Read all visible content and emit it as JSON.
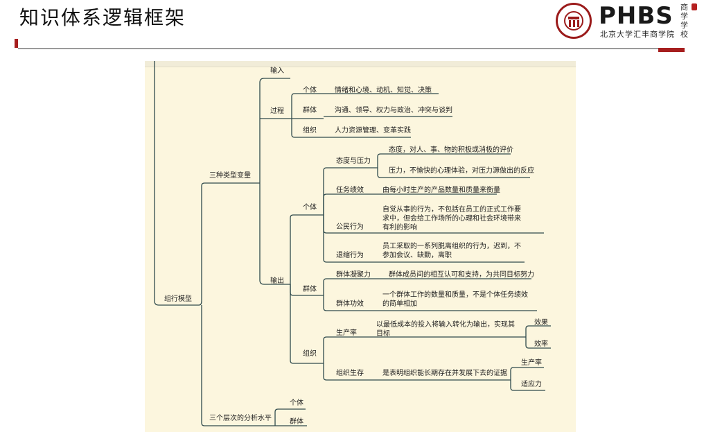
{
  "slide": {
    "title": "知识体系逻辑框架"
  },
  "logo": {
    "brand": "PHBS",
    "school": "北京大学汇丰商学院",
    "vertical": "商学学校"
  },
  "diagram": {
    "root": "组行模型",
    "branch1": {
      "label": "三种类型变量",
      "input": {
        "label": "输入"
      },
      "process": {
        "label": "过程",
        "individual": {
          "label": "个体",
          "desc": "情绪和心境、动机、知觉、决策"
        },
        "group": {
          "label": "群体",
          "desc": "沟通、领导、权力与政治、冲突与谈判"
        },
        "org": {
          "label": "组织",
          "desc": "人力资源管理、变革实践"
        }
      },
      "output": {
        "label": "输出",
        "individual": {
          "label": "个体",
          "attitude": {
            "label": "态度与压力",
            "desc1": "态度，对人、事、物的积极或消极的评价",
            "desc2": "压力，不愉快的心理体验，对压力源做出的反应"
          },
          "task": {
            "label": "任务绩效",
            "desc": "由每小时生产的产品数量和质量来衡量"
          },
          "citizen": {
            "label": "公民行为",
            "desc": "自觉从事的行为，不包括在员工的正式工作要求中，但会给工作场所的心理和社会环境带来有利的影响"
          },
          "withdraw": {
            "label": "退缩行为",
            "desc": "员工采取的一系列脱离组织的行为，迟到，不参加会议、缺勤，离职"
          }
        },
        "group": {
          "label": "群体",
          "cohesion": {
            "label": "群体凝聚力",
            "desc": "群体成员间的相互认可和支持，为共同目标努力"
          },
          "function": {
            "label": "群体功效",
            "desc": "一个群体工作的数量和质量，不是个体任务绩效的简单相加"
          }
        },
        "org": {
          "label": "组织",
          "productivity": {
            "label": "生产率",
            "desc": "以最低成本的投入将输入转化为输出，实现其目标",
            "effectiveness": "效果",
            "efficiency": "效率"
          },
          "survival": {
            "label": "组织生存",
            "desc": "是表明组织能长期存在并发展下去的证据",
            "productivity": "生产率",
            "adaptability": "适应力"
          }
        }
      }
    },
    "branch2": {
      "label": "三个层次的分析水平",
      "individual": "个体",
      "group": "群体"
    }
  }
}
